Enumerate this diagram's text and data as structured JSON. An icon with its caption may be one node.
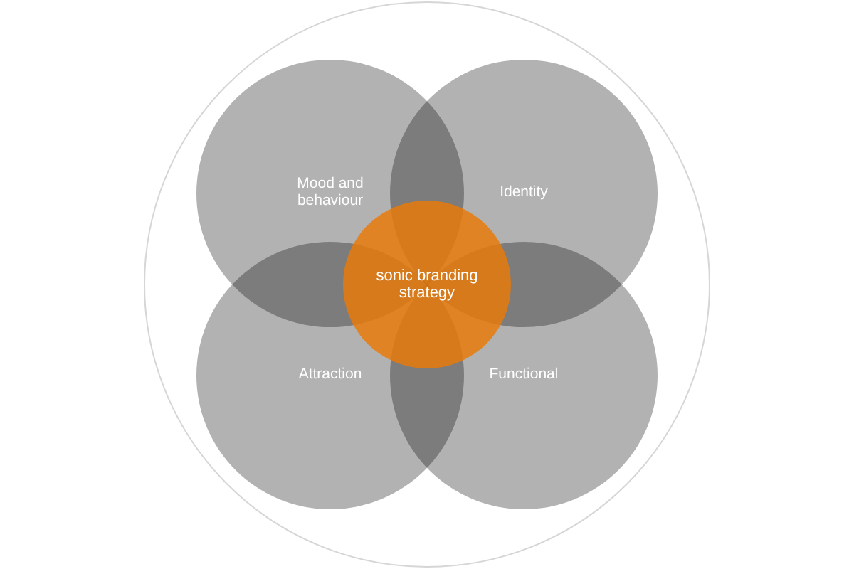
{
  "diagram": {
    "nodes": [
      {
        "text": [],
        "shape": "circle"
      },
      {
        "text": [
          "Mood and behaviour"
        ],
        "in": 0
      },
      {
        "text": [
          "Identity"
        ],
        "in": 0
      },
      {
        "text": [
          "sonic branding strategy"
        ],
        "in": 0
      },
      {
        "text": [
          "Attraction"
        ],
        "in": 0
      },
      {
        "text": [
          "Functional"
        ],
        "in": 0
      }
    ],
    "edges": []
  }
}
